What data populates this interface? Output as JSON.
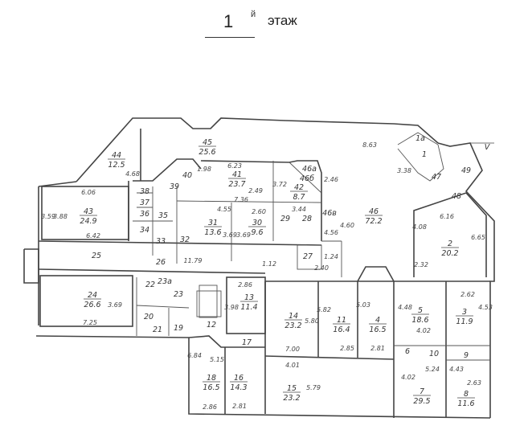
{
  "title": {
    "number": "1",
    "suffix": "й",
    "word": "этаж"
  },
  "rooms": [
    {
      "num": "45",
      "area": "25.6"
    },
    {
      "num": "44",
      "area": "12.5"
    },
    {
      "num": "43",
      "area": "24.9"
    },
    {
      "num": "41",
      "area": "23.7"
    },
    {
      "num": "40",
      "area": ""
    },
    {
      "num": "39",
      "area": ""
    },
    {
      "num": "38",
      "area": ""
    },
    {
      "num": "37",
      "area": ""
    },
    {
      "num": "36",
      "area": ""
    },
    {
      "num": "35",
      "area": ""
    },
    {
      "num": "34",
      "area": ""
    },
    {
      "num": "33",
      "area": ""
    },
    {
      "num": "32",
      "area": ""
    },
    {
      "num": "31",
      "area": "13.6"
    },
    {
      "num": "30",
      "area": "9.6"
    },
    {
      "num": "42",
      "area": "8.7"
    },
    {
      "num": "46а",
      "area": ""
    },
    {
      "num": "46б",
      "area": ""
    },
    {
      "num": "29",
      "area": ""
    },
    {
      "num": "28",
      "area": ""
    },
    {
      "num": "46в",
      "area": ""
    },
    {
      "num": "46",
      "area": "72.2"
    },
    {
      "num": "27",
      "area": ""
    },
    {
      "num": "1а",
      "area": ""
    },
    {
      "num": "1",
      "area": ""
    },
    {
      "num": "47",
      "area": ""
    },
    {
      "num": "49",
      "area": ""
    },
    {
      "num": "48",
      "area": ""
    },
    {
      "num": "2",
      "area": "20.2"
    },
    {
      "num": "24",
      "area": "26.6"
    },
    {
      "num": "22",
      "area": ""
    },
    {
      "num": "23",
      "area": ""
    },
    {
      "num": "23а",
      "area": ""
    },
    {
      "num": "20",
      "area": ""
    },
    {
      "num": "21",
      "area": ""
    },
    {
      "num": "19",
      "area": ""
    },
    {
      "num": "12",
      "area": ""
    },
    {
      "num": "13",
      "area": "11.4"
    },
    {
      "num": "17",
      "area": ""
    },
    {
      "num": "18",
      "area": "16.5"
    },
    {
      "num": "16",
      "area": "14.3"
    },
    {
      "num": "14",
      "area": "23.2"
    },
    {
      "num": "11",
      "area": "16.4"
    },
    {
      "num": "4",
      "area": "16.5"
    },
    {
      "num": "15",
      "area": "23.2"
    },
    {
      "num": "5",
      "area": "18.6"
    },
    {
      "num": "3",
      "area": "11.9"
    },
    {
      "num": "6",
      "area": ""
    },
    {
      "num": "10",
      "area": ""
    },
    {
      "num": "9",
      "area": ""
    },
    {
      "num": "7",
      "area": "29.5"
    },
    {
      "num": "8",
      "area": "11.6"
    },
    {
      "num": "26",
      "area": ""
    },
    {
      "num": "25",
      "area": ""
    }
  ],
  "dimensions": [
    "6.23",
    "7.36",
    "4.55",
    "2.60",
    "1.98",
    "4.68",
    "6.06",
    "6.42",
    "3.59",
    "3.88",
    "11.79",
    "3.69",
    "3.69",
    "3.72",
    "2.49",
    "8.63",
    "3.38",
    "4.08",
    "6.16",
    "6.65",
    "2.32",
    "1.24",
    "2.40",
    "4.56",
    "4.60",
    "1.12",
    "7.25",
    "3.69",
    "2.86",
    "3.98",
    "6.84",
    "5.15",
    "2.86",
    "2.81",
    "7.00",
    "4.01",
    "5.79",
    "5.80",
    "5.82",
    "5.03",
    "2.85",
    "2.81",
    "4.48",
    "4.02",
    "2.62",
    "4.53",
    "4.02",
    "5.24",
    "4.43",
    "2.63",
    "3.44",
    "2.46"
  ],
  "section_mark": "V"
}
